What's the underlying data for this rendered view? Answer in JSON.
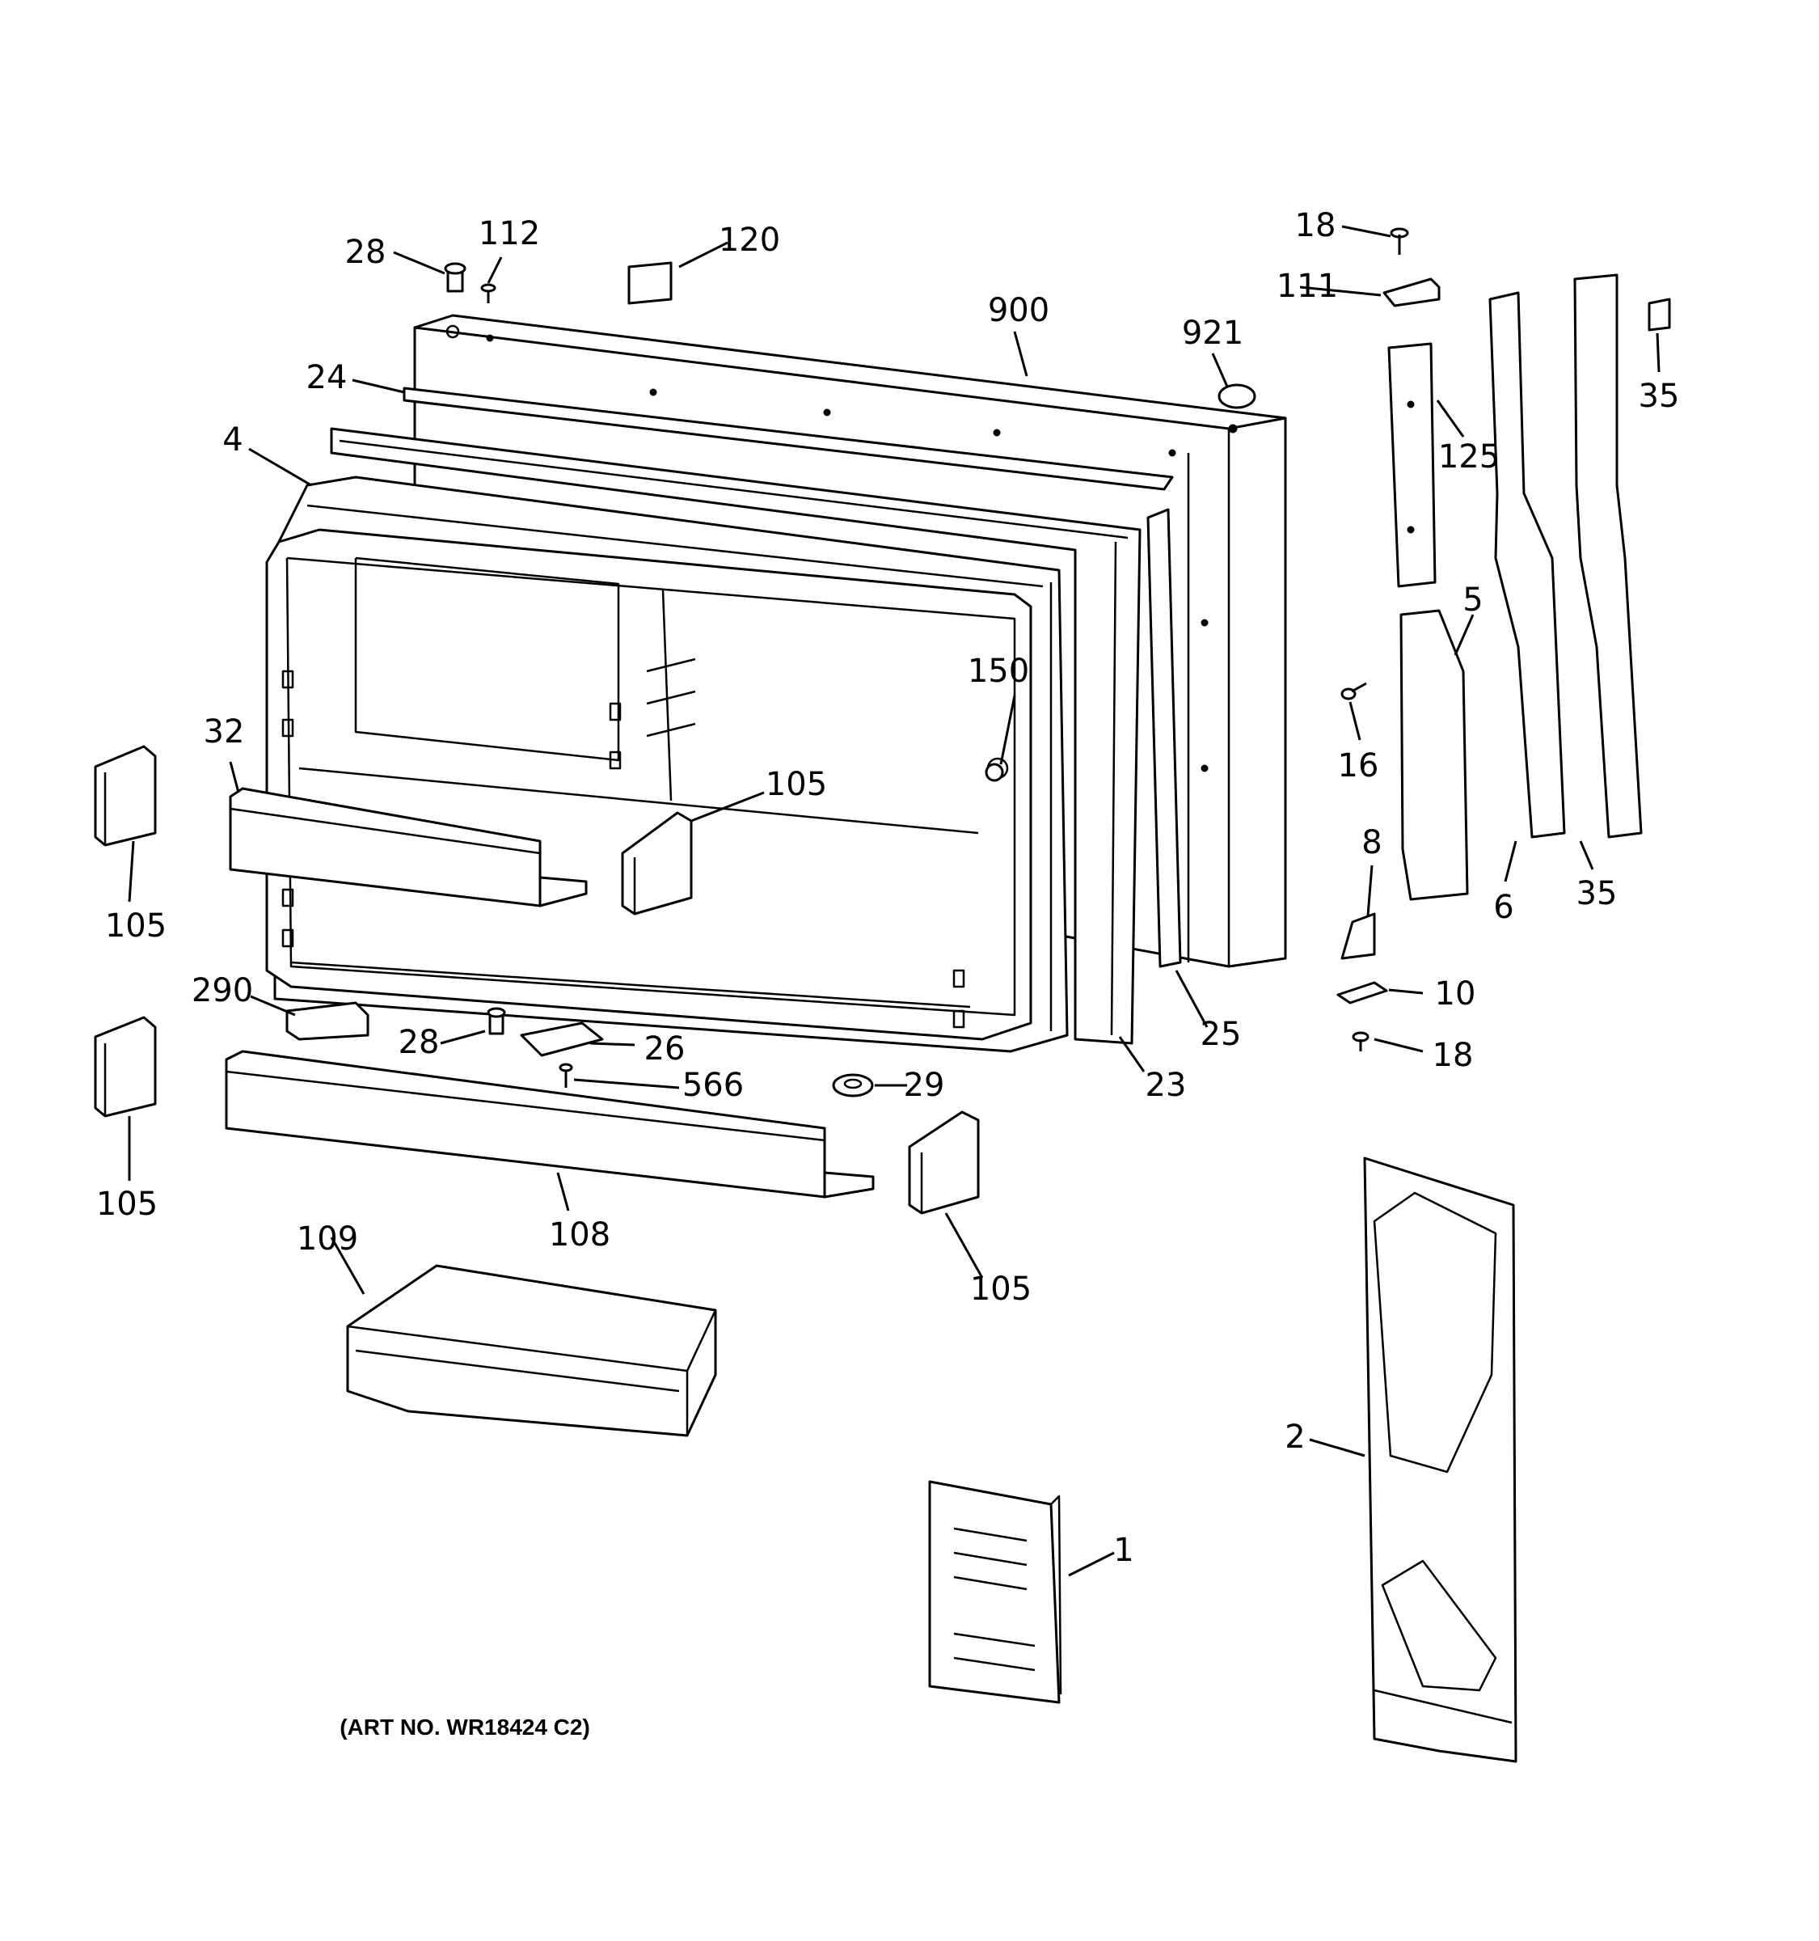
{
  "caption": "(ART NO. WR18424 C2)",
  "callouts": {
    "c28a": "28",
    "c112": "112",
    "c120": "120",
    "c900": "900",
    "c921": "921",
    "c24": "24",
    "c4": "4",
    "c32": "32",
    "c105a": "105",
    "c105b": "105",
    "c105c": "105",
    "c105d": "105",
    "c150": "150",
    "c290": "290",
    "c28b": "28",
    "c26": "26",
    "c566": "566",
    "c29": "29",
    "c23": "23",
    "c25": "25",
    "c108": "108",
    "c109": "109",
    "c18a": "18",
    "c111": "111",
    "c35a": "35",
    "c125": "125",
    "c5": "5",
    "c16": "16",
    "c8": "8",
    "c6": "6",
    "c35b": "35",
    "c10": "10",
    "c18b": "18",
    "c2": "2",
    "c1": "1"
  }
}
